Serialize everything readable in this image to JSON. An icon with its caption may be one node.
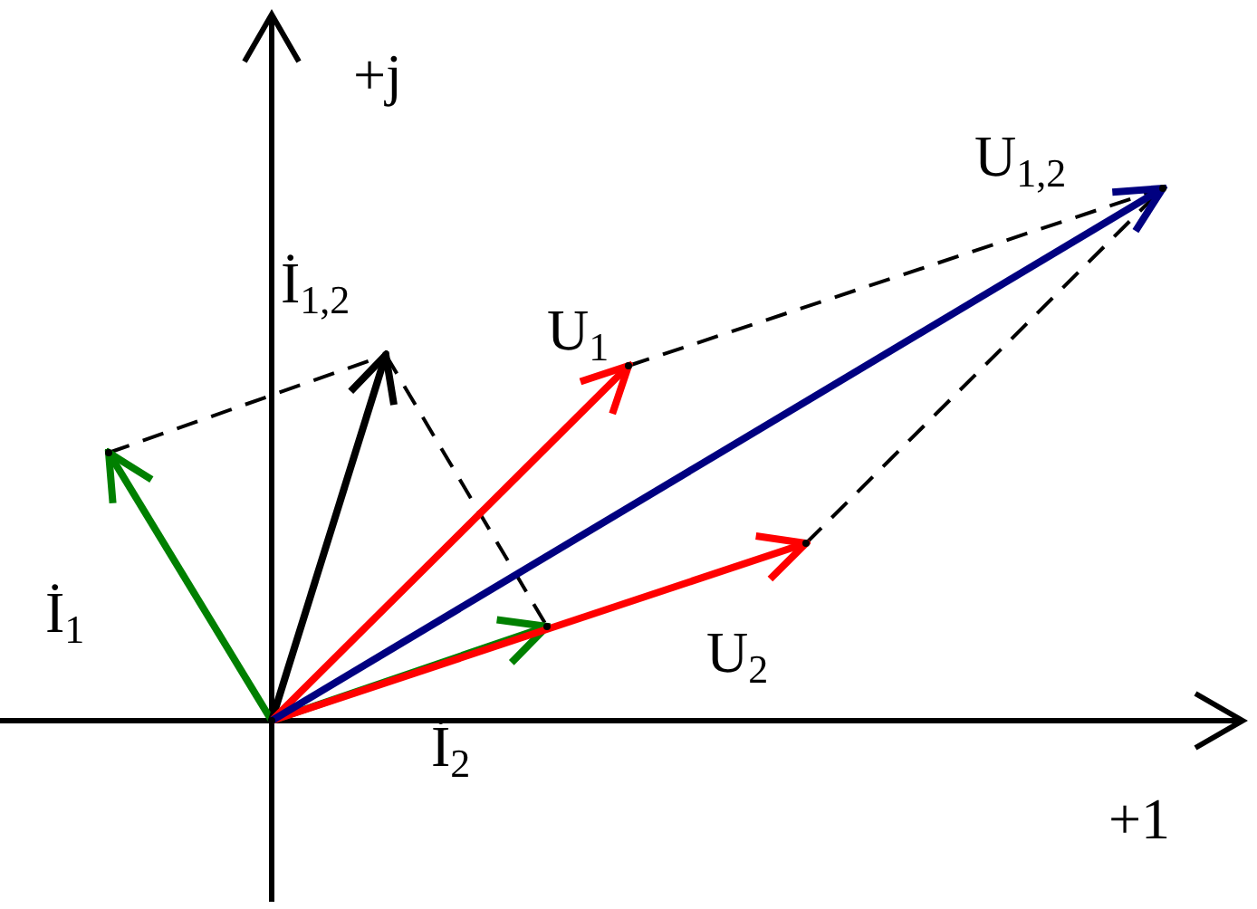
{
  "diagram": {
    "nodes": [
      {
        "text": [],
        "shape": "point"
      },
      {
        "text": [],
        "shape": "point"
      },
      {
        "text": [],
        "shape": "point"
      },
      {
        "text": [],
        "shape": "point"
      },
      {
        "text": [],
        "shape": "point"
      },
      {
        "text": [],
        "shape": "point"
      },
      {
        "text": [],
        "shape": "point"
      }
    ],
    "edges": [
      {
        "from": 0,
        "to": 1,
        "arrow": "to",
        "label": "İ$_{1}$",
        "color": "#008000"
      },
      {
        "from": 0,
        "to": 2,
        "arrow": "to",
        "label": "İ$_{1,2}$"
      },
      {
        "from": 0,
        "to": 3,
        "arrow": "to",
        "label": "İ$_{2}$",
        "color": "#008000"
      },
      {
        "from": 0,
        "to": 4,
        "arrow": "to",
        "label": "U$_{1}$",
        "color": "#ff0000"
      },
      {
        "from": 0,
        "to": 5,
        "arrow": "to",
        "label": "U$_{2}$",
        "color": "#ff0000"
      },
      {
        "from": 0,
        "to": 6,
        "arrow": "to",
        "label": "U$_{1,2}$",
        "color": "#000080"
      },
      {
        "from": 1,
        "to": 2,
        "arrow": "none",
        "style": "dashed"
      },
      {
        "from": 2,
        "to": 3,
        "arrow": "none",
        "style": "dashed"
      },
      {
        "from": 4,
        "to": 6,
        "arrow": "none",
        "style": "dashed"
      },
      {
        "from": 5,
        "to": 6,
        "arrow": "none",
        "style": "dashed"
      }
    ],
    "labels": [
      "+j",
      "+1"
    ]
  }
}
